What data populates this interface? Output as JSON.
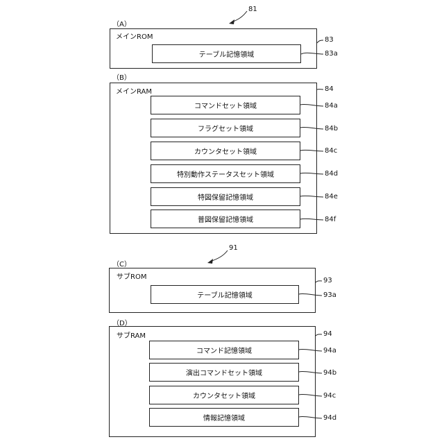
{
  "figure_refs": {
    "top": "81",
    "bottom": "91"
  },
  "sections": [
    {
      "label": "（A）",
      "title": "メインROM",
      "ref": "83",
      "items": [
        {
          "label": "テーブル記憶領域",
          "ref": "83a"
        }
      ]
    },
    {
      "label": "（B）",
      "title": "メインRAM",
      "ref": "84",
      "items": [
        {
          "label": "コマンドセット領域",
          "ref": "84a"
        },
        {
          "label": "フラグセット領域",
          "ref": "84b"
        },
        {
          "label": "カウンタセット領域",
          "ref": "84c"
        },
        {
          "label": "特別動作ステータスセット領域",
          "ref": "84d"
        },
        {
          "label": "特図保留記憶領域",
          "ref": "84e"
        },
        {
          "label": "普図保留記憶領域",
          "ref": "84f"
        }
      ]
    },
    {
      "label": "（C）",
      "title": "サブROM",
      "ref": "93",
      "items": [
        {
          "label": "テーブル記憶領域",
          "ref": "93a"
        }
      ]
    },
    {
      "label": "（D）",
      "title": "サブRAM",
      "ref": "94",
      "items": [
        {
          "label": "コマンド記憶領域",
          "ref": "94a"
        },
        {
          "label": "演出コマンドセット領域",
          "ref": "94b"
        },
        {
          "label": "カウンタセット領域",
          "ref": "94c"
        },
        {
          "label": "情報記憶領域",
          "ref": "94d"
        }
      ]
    }
  ]
}
